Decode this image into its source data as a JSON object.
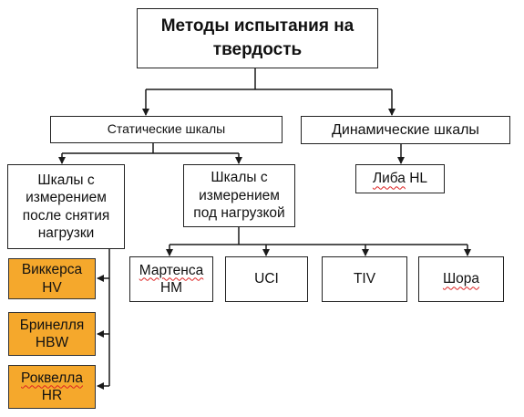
{
  "diagram": {
    "root": {
      "line1": "Методы испытания на",
      "line2": "твердость"
    },
    "static": {
      "label": "Статические шкалы"
    },
    "dynamic": {
      "label": "Динамические шкалы"
    },
    "after_unload": {
      "line1": "Шкалы с",
      "line2": "измерением",
      "line3": "после снятия",
      "line4": "нагрузки"
    },
    "under_load": {
      "line1": "Шкалы с",
      "line2": "измерением",
      "line3": "под нагрузкой"
    },
    "leeb": {
      "word": "Либа",
      "code": "HL"
    },
    "martens": {
      "line1": "Мартенса",
      "line2": "HM"
    },
    "uci": {
      "label": "UCI"
    },
    "tiv": {
      "label": "TIV"
    },
    "shore": {
      "label": "Шора"
    },
    "vickers": {
      "line1": "Виккерса",
      "line2": "HV"
    },
    "brinell": {
      "line1": "Бринелля",
      "line2": "HBW"
    },
    "rockwell": {
      "line1": "Роквелла",
      "line2": "HR"
    }
  },
  "colors": {
    "line": "#1a1a1a",
    "orange_fill": "#f5a82c",
    "spellcheck_underline": "#d22222"
  }
}
